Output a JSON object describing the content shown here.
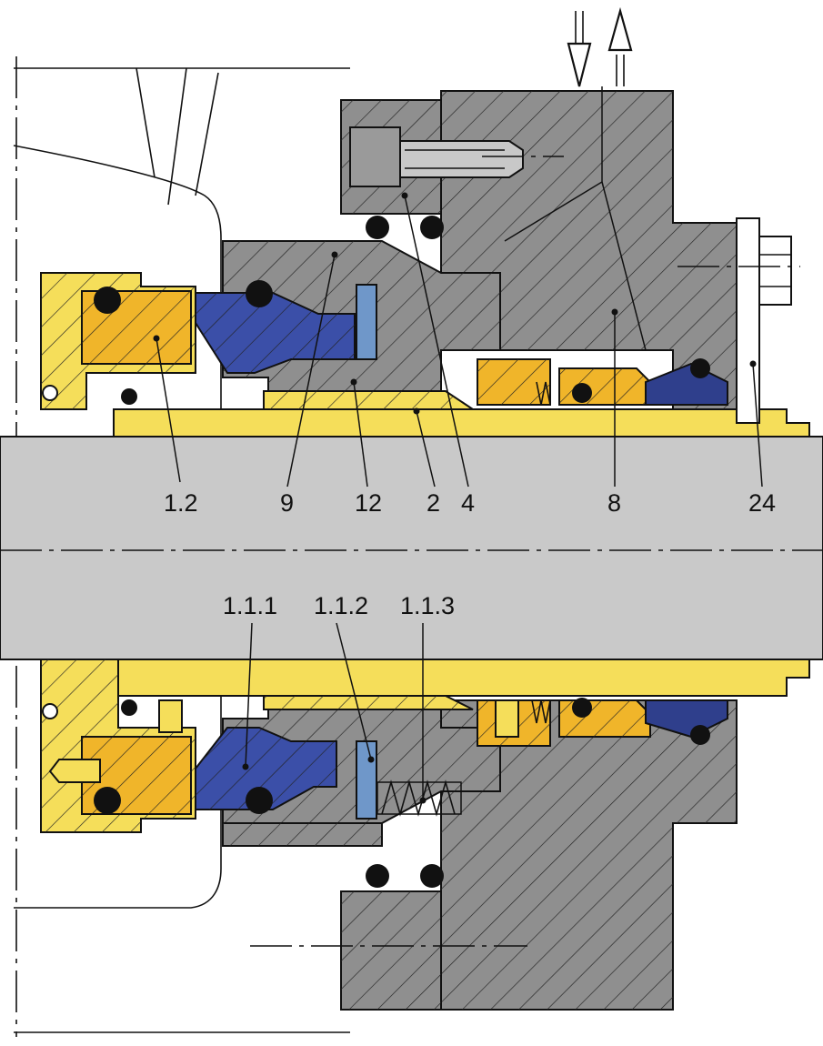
{
  "colors": {
    "housing": "#8f8f8f",
    "housing_dark": "#7d7d7d",
    "shaft": "#c9c9c9",
    "sleeve": "#f5de5a",
    "yellow_part": "#f0b52a",
    "blue_seat": "#3b4fa8",
    "blue_ring": "#6f97c9",
    "oring": "#111111",
    "hatch": "#222222"
  },
  "icons": {
    "flow_in": "down-arrow-icon",
    "flow_out": "up-arrow-icon"
  },
  "labels": {
    "l_1_2": "1.2",
    "l_9": "9",
    "l_12": "12",
    "l_2": "2",
    "l_4": "4",
    "l_8": "8",
    "l_24": "24",
    "l_1_1_1": "1.1.1",
    "l_1_1_2": "1.1.2",
    "l_1_1_3": "1.1.3"
  }
}
